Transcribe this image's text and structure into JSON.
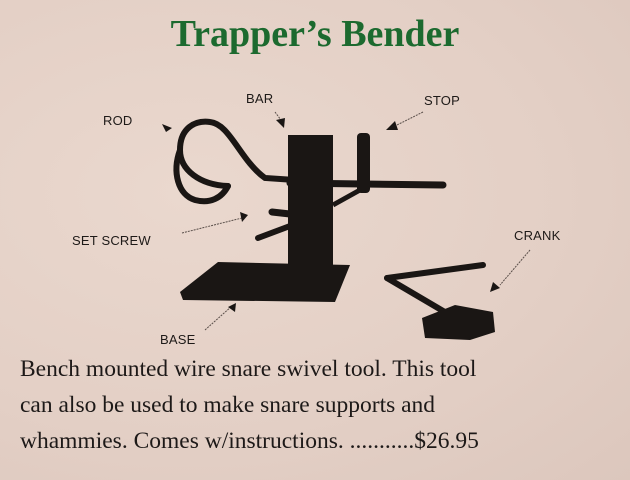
{
  "title": "Trapper’s Bender",
  "labels": {
    "rod": "ROD",
    "bar": "BAR",
    "stop": "STOP",
    "set_screw": "SET SCREW",
    "crank": "CRANK",
    "base": "BASE"
  },
  "description": {
    "lines": [
      "Bench mounted wire snare swivel tool. This tool",
      "can also be used to make snare supports and",
      "whammies. Comes w/instructions. ...........$26.95"
    ]
  },
  "price": "$26.95",
  "colors": {
    "title": "#1c6a2f",
    "background": "#e5d2c8",
    "ink": "#1a1614"
  }
}
